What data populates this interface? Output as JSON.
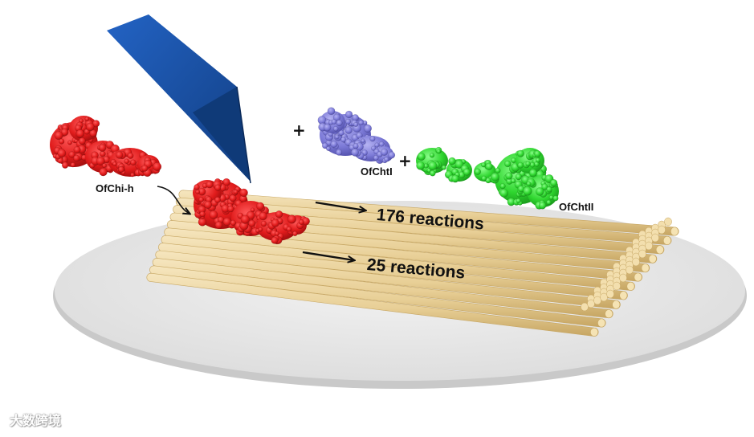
{
  "labels": {
    "ofchi_h": "OfChi-h",
    "ofchti": "OfChtI",
    "ofchtii": "OfChtII",
    "reactions_top": "176 reactions",
    "reactions_bottom": "25 reactions",
    "plus_1": "+",
    "plus_2": "+"
  },
  "watermark": "大数跨境",
  "colors": {
    "substrate": "#e7e7e7",
    "fiber": "#e9d19a",
    "fiber_shade": "#c9a866",
    "tip": "#1a4f9c",
    "ofchi_h": "#e01b1b",
    "ofchti": "#7d7bd8",
    "ofchtii": "#2fd62f"
  }
}
